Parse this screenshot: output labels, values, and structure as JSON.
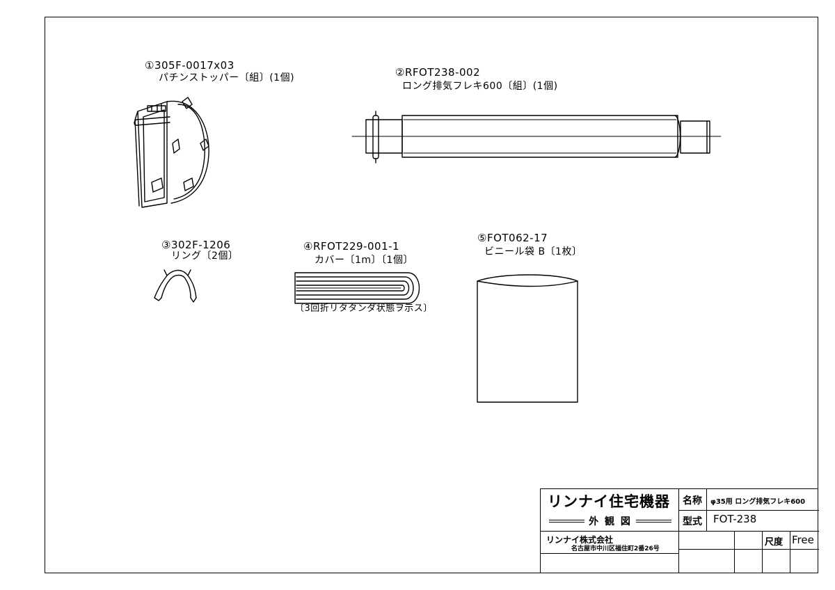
{
  "parts": [
    {
      "code": "①305F-0017x03",
      "desc": "パチンストッパー〔組〕(1個)"
    },
    {
      "code": "②RFOT238-002",
      "desc": "ロング排気フレキ600〔組〕(1個)"
    },
    {
      "code": "③302F-1206",
      "desc": "リング〔2個〕"
    },
    {
      "code": "④RFOT229-001-1",
      "desc": "カバー〔1m〕〔1個〕",
      "note": "〔3回折リタタンダ状態ヲ示ス〕"
    },
    {
      "code": "⑤FOT062-17",
      "desc": "ビニール袋 B〔1枚〕"
    }
  ],
  "title_block": {
    "company_brand": "リンナイ住宅機器",
    "drawing_type": "外 観 図",
    "company_name": "リンナイ株式会社",
    "company_address": "名古屋市中川区福住町2番26号",
    "name_label": "名称",
    "name_value": "φ35用 ロング排気フレキ600",
    "model_label": "型式",
    "model_value": "FOT-238",
    "scale_label": "尺度",
    "scale_value": "Free"
  }
}
